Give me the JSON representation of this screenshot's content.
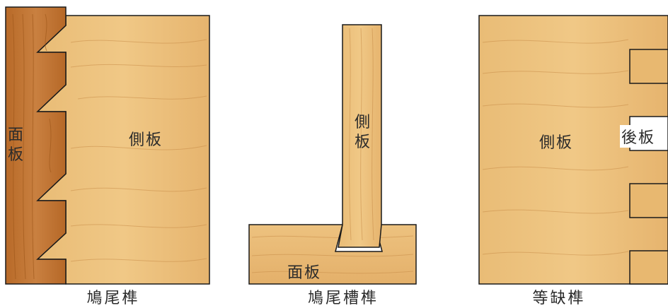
{
  "colors": {
    "wood_light": "#ECC27F",
    "wood_mid": "#E2AE66",
    "wood_dark": "#C57A36",
    "wood_dark_grain": "#A9611F",
    "outline": "#1a1a1a",
    "background": "#ffffff"
  },
  "panels": [
    {
      "caption": "鳩尾榫",
      "labels": {
        "face_board": "面板",
        "side_board": "側板"
      }
    },
    {
      "caption": "鳩尾槽榫",
      "labels": {
        "face_board": "面板",
        "side_board": "側板"
      }
    },
    {
      "caption": "等缺榫",
      "labels": {
        "side_board": "側板",
        "back_board": "後板"
      }
    }
  ]
}
